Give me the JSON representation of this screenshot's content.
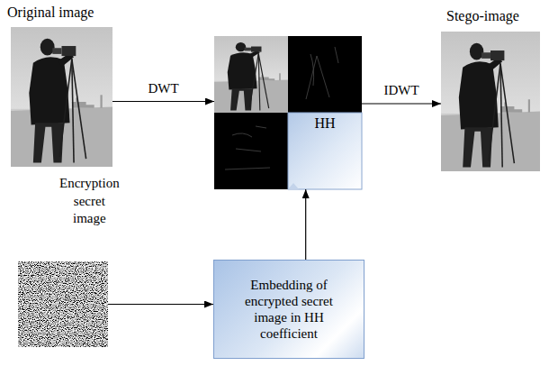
{
  "diagram": {
    "nodes": [
      {
        "text": [
          "Original image"
        ]
      },
      {
        "text": [
          "HH"
        ]
      },
      {
        "text": [
          "Stego-image"
        ]
      },
      {
        "text": [
          "Encryption secret image"
        ]
      },
      {
        "text": [
          "Embedding of encrypted secret image in HH coefficient"
        ]
      }
    ],
    "edges": [
      {
        "from": 0,
        "to": 1,
        "label": "DWT",
        "arrow": "to"
      },
      {
        "from": 1,
        "to": 2,
        "label": "IDWT",
        "arrow": "to"
      },
      {
        "from": 3,
        "to": 4,
        "arrow": "to"
      },
      {
        "from": 4,
        "to": 1,
        "arrow": "to"
      }
    ]
  }
}
